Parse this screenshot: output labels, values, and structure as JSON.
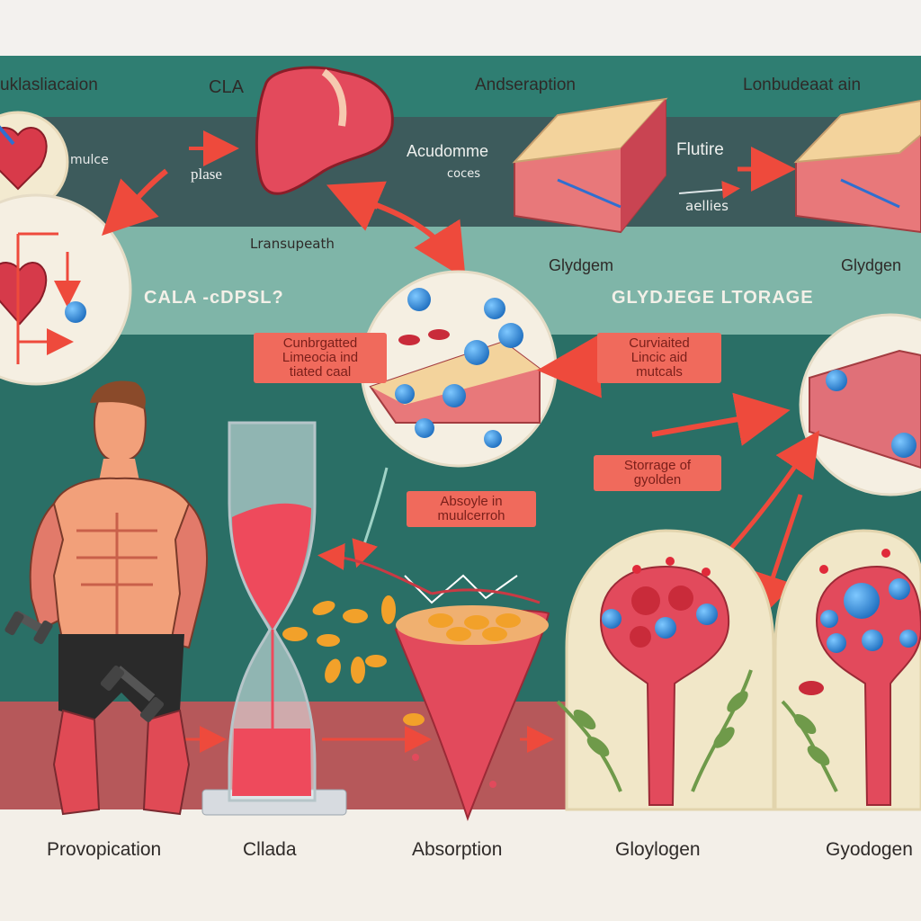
{
  "top_labels": {
    "left": "uklasliacaion",
    "cla": "CLA",
    "absorption": "Andseraption",
    "right": "Lonbudeaat ain"
  },
  "panel_labels": {
    "mulce": "mulce",
    "plase": "plase",
    "acudomme": "Acudomme",
    "coces": "coces",
    "flutire": "Flutire",
    "aellies": "aellies",
    "transupath": "Lransupeath",
    "glydgem": "Glydgem",
    "glydgen": "Glydgen"
  },
  "banners": {
    "cala": "CALA -cDPSL?",
    "storage": "GLYDJEGE LTORAGE"
  },
  "callouts": {
    "left": [
      "Cunbrgatted",
      "Limeocia ind",
      "tiated caal"
    ],
    "right": [
      "Curviaited",
      "Lincic aid",
      "mutcals"
    ],
    "middle": [
      "Absoyle in",
      "muulcerroh"
    ],
    "storage": [
      "Storrage of",
      "gyolden"
    ]
  },
  "bottom_labels": [
    "Provopication",
    "Cllada",
    "Absorption",
    "Gloylogen",
    "Gyodogen"
  ],
  "colors": {
    "teal": "#2f7e72",
    "teal_dark": "#2a6f66",
    "slate": "#3f5558",
    "maroon": "#b6585a",
    "red_arrow": "#ee4a3c",
    "muscle_red": "#dd4a5a",
    "tissue_cream": "#f3d39c",
    "blue_dot": "#2f8fd8",
    "cream_panel": "#f3ead0",
    "leaf_green": "#6f9a4a"
  },
  "icons": [
    "heart-icon",
    "liver-icon",
    "muscle-tissue-icon",
    "hourglass-icon",
    "capsule-icon",
    "stomach-funnel-icon",
    "glycogen-organ-icon",
    "athlete-figure",
    "dumbbell-icon"
  ]
}
